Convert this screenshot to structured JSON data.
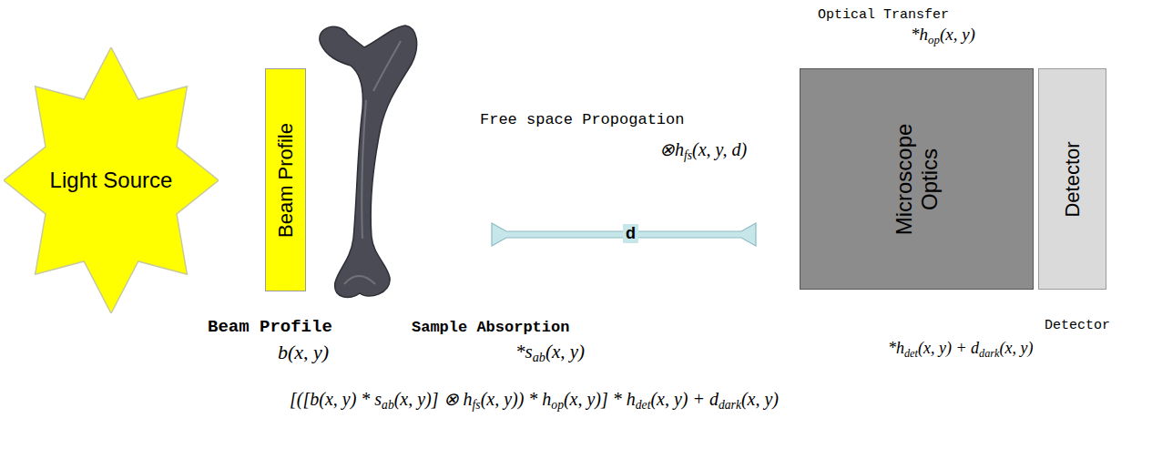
{
  "diagram": {
    "nodes": [
      {
        "text": [
          "Light Source"
        ]
      },
      {
        "text": [
          "Beam Profile"
        ]
      },
      {
        "text": [
          "Microscope Optics"
        ]
      },
      {
        "text": [
          "Detector"
        ]
      }
    ],
    "labels": [
      "Optical Transfer",
      "*h",
      "op",
      "(x, y)",
      "Free space Propogation",
      "⊗h",
      "fs",
      "(x, y, d)",
      "d",
      "Beam Profile",
      "b(x, y)",
      "Sample Absorption",
      "*s",
      "ab",
      "(x, y)",
      "Detector",
      "*h",
      "det",
      "(x, y) + d",
      "dark",
      "(x, y)",
      "[([b(x, y) * s",
      "ab",
      "(x, y)] ⊗ h",
      "fs",
      "(x, y)) * h",
      "op",
      "(x, y)] * h",
      "det",
      "(x, y) + d",
      "dark",
      "(x, y)"
    ]
  }
}
